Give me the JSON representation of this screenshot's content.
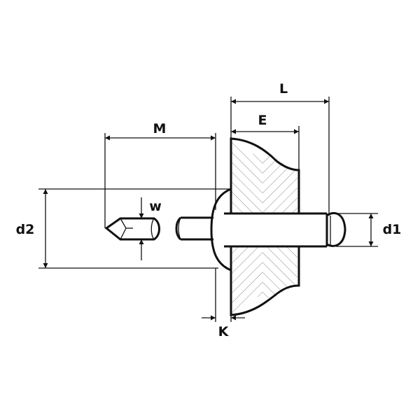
{
  "labels": {
    "L": "L",
    "E": "E",
    "M": "M",
    "w": "w",
    "d2": "d2",
    "d1": "d1",
    "K": "K"
  }
}
